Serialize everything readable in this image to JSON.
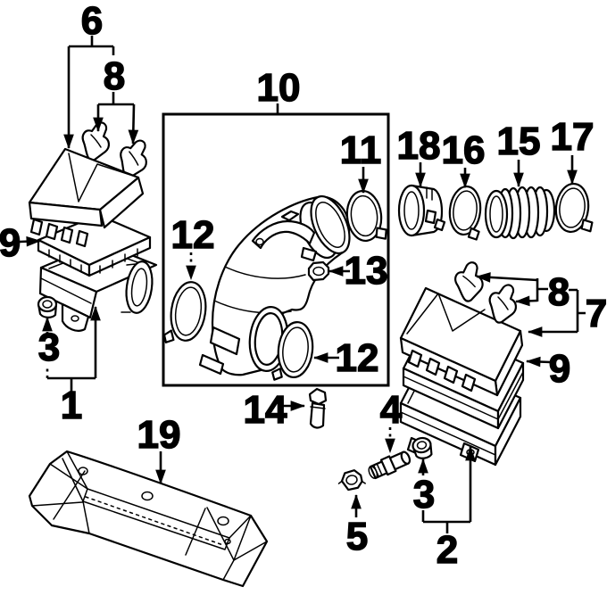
{
  "diagram": {
    "background_color": "#ffffff",
    "ink_color": "#000000",
    "callout_labels": {
      "1": "1",
      "2": "2",
      "3": "3",
      "4": "4",
      "5": "5",
      "6": "6",
      "7": "7",
      "8": "8",
      "9": "9",
      "10": "10",
      "11": "11",
      "12": "12",
      "13": "13",
      "14": "14",
      "15": "15",
      "16": "16",
      "17": "17",
      "18": "18",
      "19": "19"
    }
  }
}
